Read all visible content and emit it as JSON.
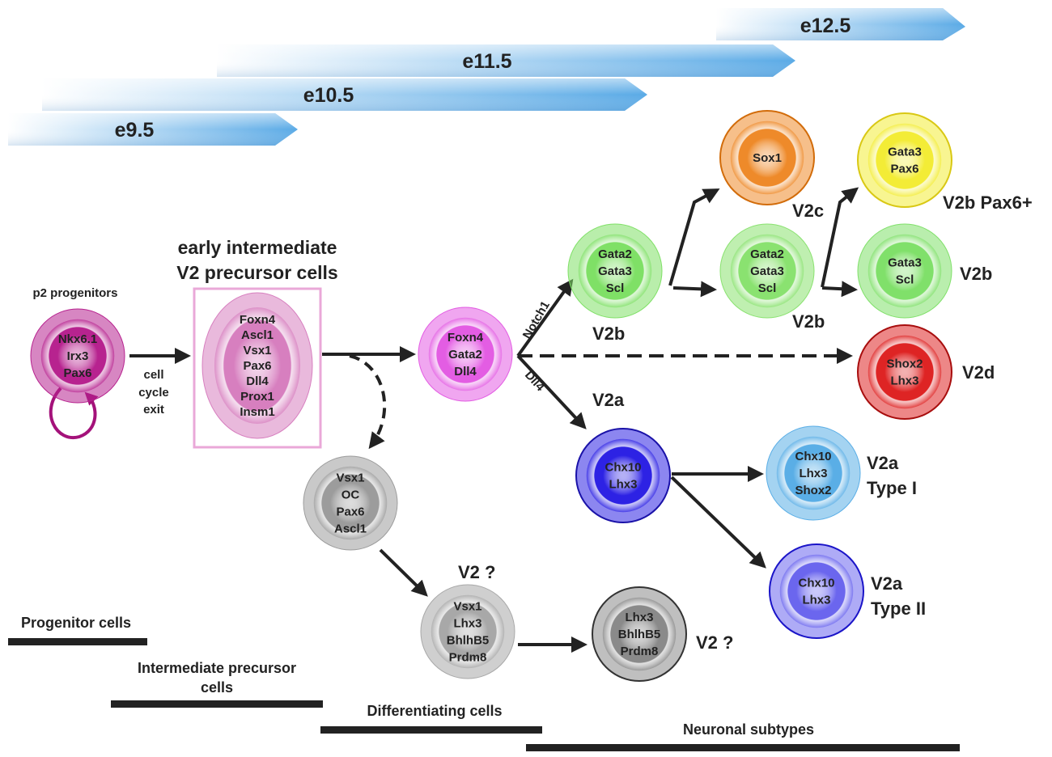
{
  "stages": [
    {
      "label": "e12.5",
      "color": "#58a8e4"
    },
    {
      "label": "e11.5",
      "color": "#6fb3e8"
    },
    {
      "label": "e10.5",
      "color": "#87c0eb"
    },
    {
      "label": "e9.5",
      "color": "#a9d0ee"
    }
  ],
  "headings": {
    "early_intermediate_line1": "early intermediate",
    "early_intermediate_line2": "V2 precursor cells",
    "p2_progenitors": "p2 progenitors"
  },
  "cells": {
    "p2": {
      "lines": [
        "Nkx6.1",
        "Irx3",
        "Pax6"
      ],
      "color": "#b7238f"
    },
    "early": {
      "lines": [
        "Foxn4",
        "Ascl1",
        "Vsx1",
        "Pax6",
        "Dll4",
        "Prox1",
        "Insm1"
      ],
      "color": "#d77fbf"
    },
    "foxn4": {
      "lines": [
        "Foxn4",
        "Gata2",
        "Dll4"
      ],
      "color": "#e35de3"
    },
    "gata2_a": {
      "lines": [
        "Gata2",
        "Gata3",
        "Scl"
      ],
      "color": "#7fe066"
    },
    "sox1": {
      "lines": [
        "Sox1"
      ],
      "color": "#ee8a2a"
    },
    "gata2_b": {
      "lines": [
        "Gata2",
        "Gata3",
        "Scl"
      ],
      "color": "#8ae270"
    },
    "gata3_pax6": {
      "lines": [
        "Gata3",
        "Pax6"
      ],
      "color": "#f3ec36"
    },
    "gata3_scl": {
      "lines": [
        "Gata3",
        "Scl"
      ],
      "color": "#80e06a"
    },
    "shox2": {
      "lines": [
        "Shox2",
        "Lhx3"
      ],
      "color": "#de2424"
    },
    "chx10": {
      "lines": [
        "Chx10",
        "Lhx3"
      ],
      "color": "#2d22e4"
    },
    "chx10_t1": {
      "lines": [
        "Chx10",
        "Lhx3",
        "Shox2"
      ],
      "color": "#5aaee6"
    },
    "chx10_t2": {
      "lines": [
        "Chx10",
        "Lhx3"
      ],
      "color": "#6b66ee"
    },
    "vsx1_oc": {
      "lines": [
        "Vsx1",
        "OC",
        "Pax6",
        "Ascl1"
      ],
      "color": "#9c9c9c"
    },
    "vsx1_lhx3": {
      "lines": [
        "Vsx1",
        "Lhx3",
        "BhlhB5",
        "Prdm8"
      ],
      "color": "#a8a8a8"
    },
    "lhx3_bhlh": {
      "lines": [
        "Lhx3",
        "BhlhB5",
        "Prdm8"
      ],
      "color": "#8a8a8a"
    }
  },
  "labels": {
    "cell_cycle_exit": [
      "cell",
      "cycle",
      "exit"
    ],
    "notch1": "Notch1",
    "dll4": "Dll4",
    "v2b_mid": "V2b",
    "v2b_right": "V2b",
    "v2b_far": "V2b",
    "v2c": "V2c",
    "v2b_pax6": "V2b Pax6+",
    "v2d": "V2d",
    "v2a": "V2a",
    "v2a_type1": [
      "V2a",
      "Type I"
    ],
    "v2a_type2": [
      "V2a",
      "Type II"
    ],
    "v2_q1": "V2 ?",
    "v2_q2": "V2 ?"
  },
  "phases": {
    "progenitor": "Progenitor cells",
    "intermediate": [
      "Intermediate precursor",
      "cells"
    ],
    "differentiating": "Differentiating cells",
    "neuronal": "Neuronal subtypes"
  }
}
